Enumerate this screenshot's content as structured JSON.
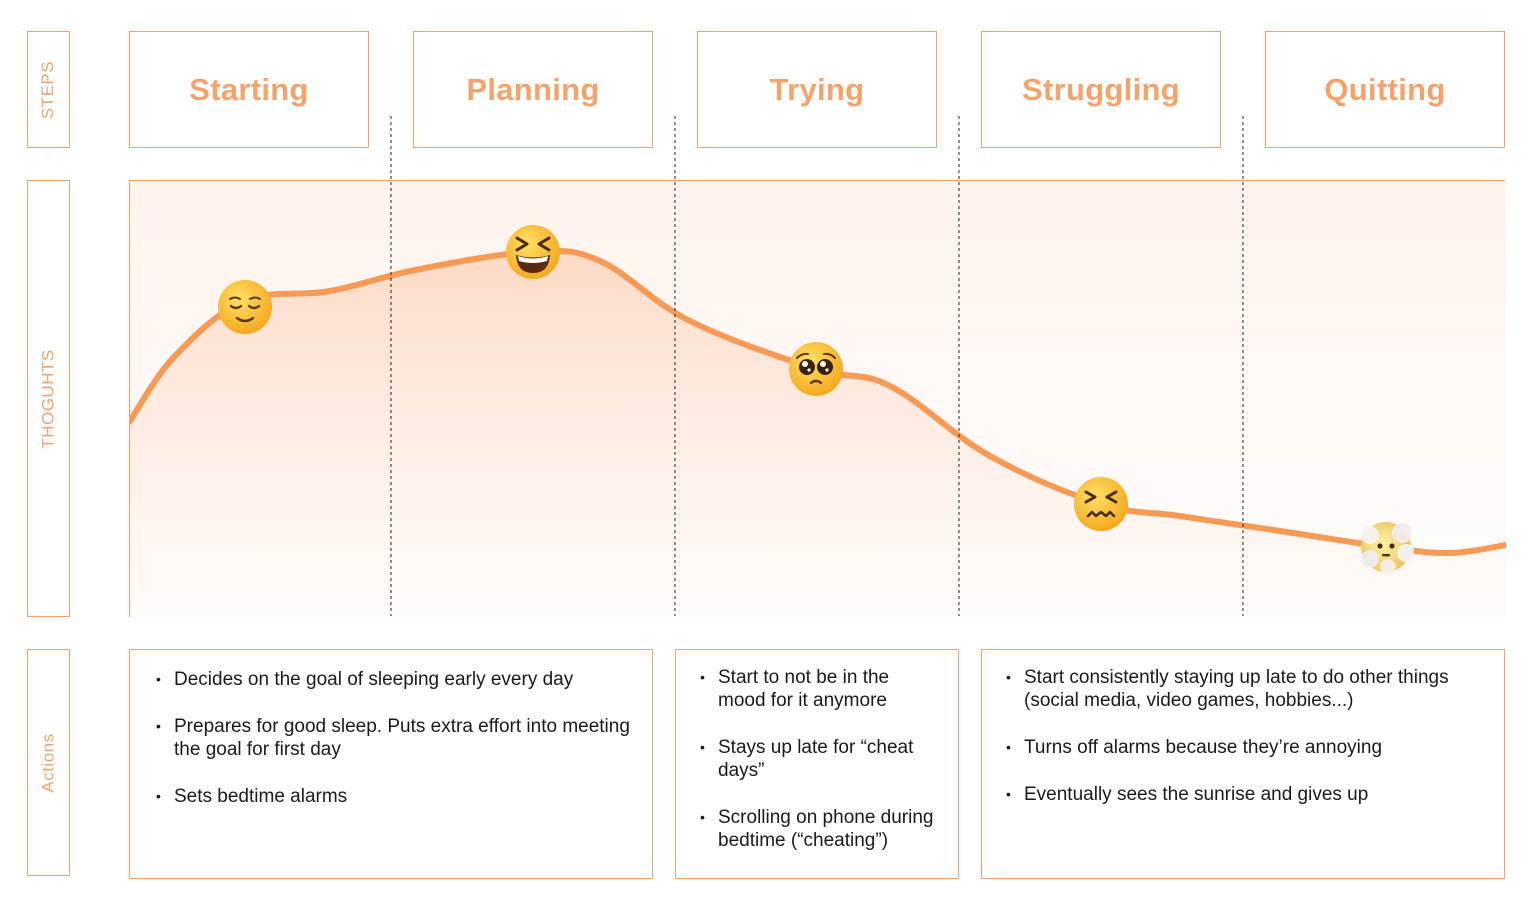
{
  "row_labels": {
    "steps": "STEPS",
    "thoughts": "THOGUHTS",
    "actions": "Actions"
  },
  "steps": [
    "Starting",
    "Planning",
    "Trying",
    "Struggling",
    "Quitting"
  ],
  "colors": {
    "accent": "#f5a36c",
    "curve": "#f79a55",
    "border": "#f2a06b"
  },
  "emotions": [
    {
      "step": "Starting",
      "emoji": "relieved-face",
      "level": 0.74
    },
    {
      "step": "Planning",
      "emoji": "grinning-squinting-face",
      "level": 0.84
    },
    {
      "step": "Trying",
      "emoji": "pleading-face",
      "level": 0.56
    },
    {
      "step": "Struggling",
      "emoji": "confounded-face",
      "level": 0.26
    },
    {
      "step": "Quitting",
      "emoji": "face-in-clouds",
      "level": 0.16
    }
  ],
  "actions": [
    {
      "items": [
        "Decides on the goal of sleeping early every day",
        "Prepares for good sleep. Puts extra effort into meeting the goal for first day",
        "Sets bedtime alarms"
      ]
    },
    {
      "items": [
        "Start to not be in the mood for it anymore",
        "Stays up late for “cheat days”",
        "Scrolling on phone during bedtime (“cheating”)"
      ]
    },
    {
      "items": [
        "Start consistently staying up late to do other things (social media, video games, hobbies...)",
        "Turns off alarms because they’re annoying",
        "Eventually sees the sunrise and gives up"
      ]
    }
  ]
}
